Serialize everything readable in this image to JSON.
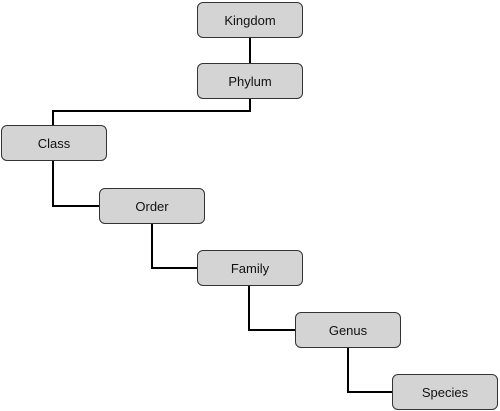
{
  "diagram": {
    "nodes": [
      {
        "id": "kingdom",
        "label": "Kingdom"
      },
      {
        "id": "phylum",
        "label": "Phylum"
      },
      {
        "id": "class",
        "label": "Class"
      },
      {
        "id": "order",
        "label": "Order"
      },
      {
        "id": "family",
        "label": "Family"
      },
      {
        "id": "genus",
        "label": "Genus"
      },
      {
        "id": "species",
        "label": "Species"
      }
    ],
    "edges": [
      {
        "from": "kingdom",
        "to": "phylum"
      },
      {
        "from": "phylum",
        "to": "class"
      },
      {
        "from": "class",
        "to": "order"
      },
      {
        "from": "order",
        "to": "family"
      },
      {
        "from": "family",
        "to": "genus"
      },
      {
        "from": "genus",
        "to": "species"
      }
    ],
    "colors": {
      "node_fill": "#d4d4d4",
      "node_border": "#333333",
      "connector": "#000000"
    }
  }
}
